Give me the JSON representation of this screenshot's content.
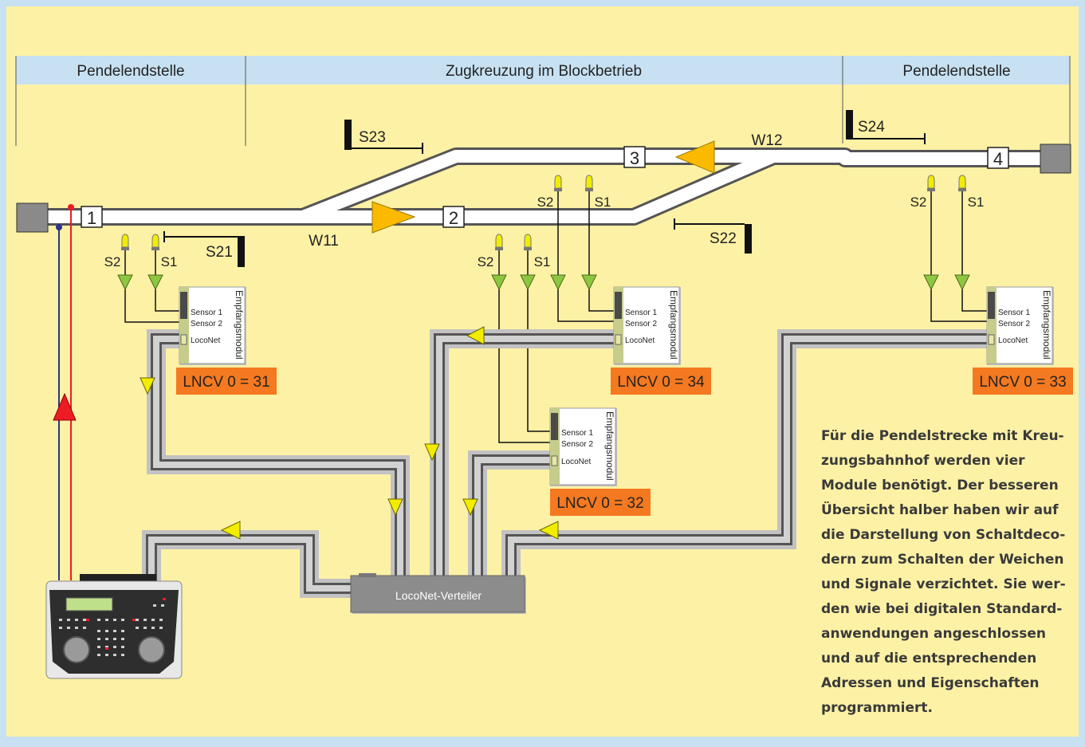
{
  "colors": {
    "background": "#fdf1a5",
    "header": "#c7e1f2",
    "arrow": "#fbb900",
    "sensor": "#8dc63f",
    "label_box": "#f47920",
    "wire_red": "#ed1c24",
    "wire_blue": "#2e3192"
  },
  "sections": {
    "left": "Pendelendstelle",
    "center": "Zugkreuzung im Blockbetrieb",
    "right": "Pendelendstelle"
  },
  "blocks": {
    "b1": "1",
    "b2": "2",
    "b3": "3",
    "b4": "4"
  },
  "switches": {
    "w11": "W11",
    "w12": "W12"
  },
  "signals": {
    "s21": "S21",
    "s22": "S22",
    "s23": "S23",
    "s24": "S24"
  },
  "sensor_labels": {
    "s1": "S1",
    "s2": "S2"
  },
  "module": {
    "title": "Empfangsmodul",
    "sensor1": "Sensor 1",
    "sensor2": "Sensor 2",
    "loconet": "LocoNet"
  },
  "lncv": {
    "m31": "LNCV 0 = 31",
    "m32": "LNCV 0 = 32",
    "m33": "LNCV 0 = 33",
    "m34": "LNCV 0 = 34"
  },
  "distributor": "LocoNet-Verteiler",
  "note": "Für die Pendelstrecke mit Kreu-\nzungsbahnhof werden vier\nModule benötigt. Der besseren\nÜbersicht halber haben wir auf\ndie Darstellung von Schaltdeco-\ndern zum Schalten der Weichen\nund Signale verzichtet. Sie wer-\nden wie bei digitalen Standard-\nanwendungen angeschlossen\nund auf die entsprechenden\nAdressen und Eigenschaften\nprogrammiert."
}
